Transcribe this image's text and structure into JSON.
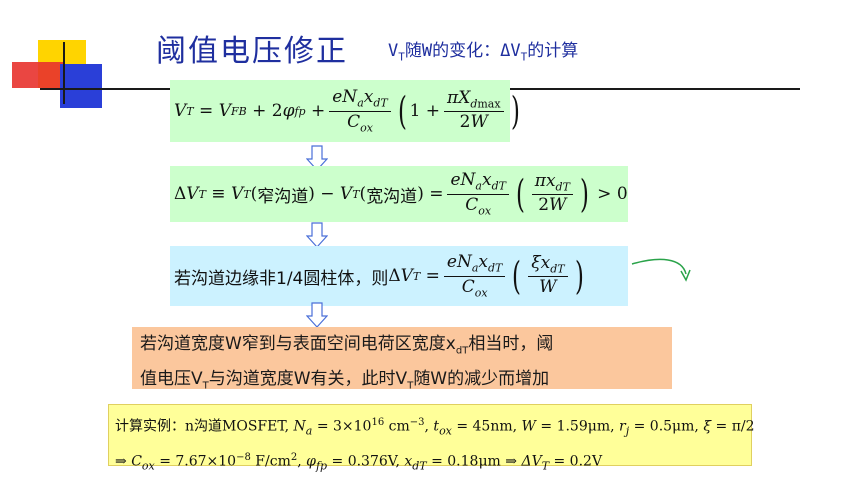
{
  "header": {
    "title": "阈值电压修正",
    "subtitle_pre": "V",
    "subtitle_sub": "T",
    "subtitle_mid": "随W的变化：ΔV",
    "subtitle_sub2": "T",
    "subtitle_post": "的计算"
  },
  "eq2": {
    "narrow": "窄沟道",
    "wide": "宽沟道"
  },
  "eq3": {
    "prefix": "若沟道边缘非1/4圆柱体，则"
  },
  "conclusion": {
    "line1_a": "若沟道宽度W窄到与表面空间电荷区宽度x",
    "line1_sub": "dT",
    "line1_b": "相当时，阈",
    "line2_a": "值电压V",
    "line2_sub": "T",
    "line2_b": "与沟道宽度W有关，此时V",
    "line2_sub2": "T",
    "line2_c": "随W的减少而增加"
  },
  "example": {
    "label": "计算实例：n沟道MOSFET,",
    "na": "N",
    "na_val": "= 3×10",
    "na_exp": "16",
    "na_unit": "cm",
    "na_unit_exp": "−3",
    "tox": "= 45nm,",
    "w": "W",
    "w_val": "= 1.59μm,",
    "rj_val": "= 0.5μm,",
    "xi_val": "= π/2",
    "cox_val": "= 7.67×10",
    "cox_exp": "−8",
    "cox_unit": "F/cm",
    "cox_unit_exp": "2",
    "phi_val": "= 0.376V,",
    "xdt_val": "= 0.18μm",
    "dvt_val": "= 0.2V"
  }
}
